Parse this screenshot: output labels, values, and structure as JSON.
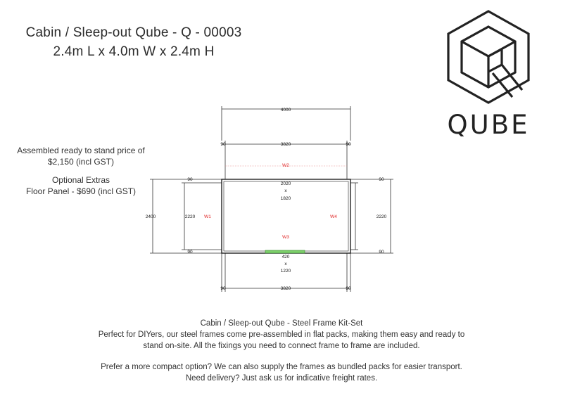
{
  "header": {
    "title_line1": "Cabin / Sleep-out Qube - Q - 00003",
    "title_line2": "2.4m L x 4.0m W x 2.4m H"
  },
  "pricing": {
    "assembled_line1": "Assembled ready to stand price of",
    "assembled_line2": "$2,150 (incl GST)",
    "extras_heading": "Optional Extras",
    "extras_item": "Floor Panel - $690 (incl GST)"
  },
  "logo": {
    "icon": "qube-hexagon-cube-icon",
    "wordmark": "QUBE"
  },
  "plan": {
    "overall_width": "4000",
    "top_wall_span": "3820",
    "bottom_wall_span": "3820",
    "left_post_top": "90",
    "right_post_top": "90",
    "left_post_bottom": "90",
    "right_post_bottom": "90",
    "left_post_upper": "90",
    "left_post_lower": "90",
    "right_post_upper": "90",
    "right_post_lower": "90",
    "overall_depth": "2400",
    "left_wall_span": "2220",
    "right_wall_span": "2220",
    "window_w": "2020",
    "window_x": "x",
    "window_h": "1820",
    "door_w": "420",
    "door_x": "x",
    "door_h": "1220",
    "wall_w1": "W1",
    "wall_w2": "W2",
    "wall_w3": "W3",
    "wall_w4": "W4",
    "line_color": "#333333",
    "label_color": "#e02020",
    "door_color": "#7ccf6a"
  },
  "footer": {
    "heading": "Cabin / Sleep-out Qube - Steel Frame Kit-Set",
    "line1": "Perfect for DIYers, our steel frames come pre-assembled in flat packs, making them easy and ready to",
    "line2": "stand on-site. All the fixings you need to connect frame to frame are included.",
    "line3": "Prefer a more compact option? We can also supply the frames as bundled packs for easier transport.",
    "line4": "Need delivery? Just ask us for indicative freight rates."
  }
}
